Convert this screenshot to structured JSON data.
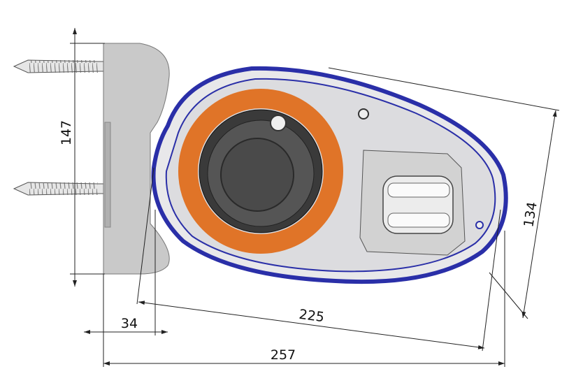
{
  "title": "Awning cassette cross-section with dimensions",
  "dimensions": {
    "bracket_height": "147",
    "cassette_height": "134",
    "bracket_depth": "34",
    "cassette_length": "225",
    "overall_depth": "257"
  },
  "colors": {
    "housing_outline": "#2a2fa8",
    "fabric_roll": "#e07428",
    "bracket": "#c8c8c8",
    "motor": "#4a4a4a"
  }
}
